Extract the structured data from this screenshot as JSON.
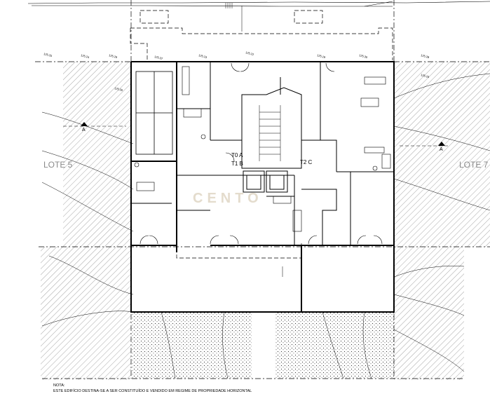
{
  "lot_labels": {
    "left": "LOTE 5",
    "right": "LOTE 7"
  },
  "watermark": "CENTO",
  "note": {
    "title": "NOTA:",
    "text": "ESTE EDIFÍCIO DESTINA-SE A SER CONSTITUÍDO E VENDIDO EM REGIME DE PROPRIEDADE HORIZONTAL"
  },
  "apartment_labels": {
    "t0": "T0 A",
    "t1": "T1 B",
    "t2": "T2 C"
  },
  "section_marker": "A",
  "elevations": [
    "125.25",
    "125.24",
    "125.29",
    "125.37",
    "125.23",
    "125.22",
    "125.19",
    "125.35",
    "125.28",
    "125.30",
    "125.16"
  ],
  "colors": {
    "line": "#000000",
    "hatch": "#555555",
    "lot_text": "#8a8a8a"
  }
}
